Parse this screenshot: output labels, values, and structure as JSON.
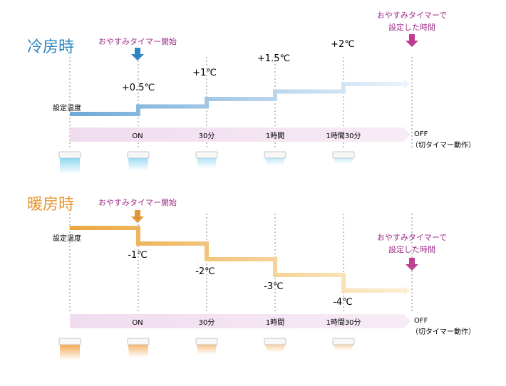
{
  "colors": {
    "cooling_title": "#2e86c1",
    "heating_title": "#e8962e",
    "annotation": "#a0308a",
    "timeline_band": "#f0dcef",
    "guide": "#8a8a8a",
    "cooling_step_start": "#6ea8d6",
    "cooling_step_end": "#eaf3fb",
    "heating_step_start": "#eca63f",
    "heating_step_end": "#fbf0d2",
    "cooling_airflow": "#8fd6f0",
    "heating_airflow": "#f2a956",
    "marker_cooling": "#2e86c1",
    "marker_heating": "#e8962e",
    "marker_end": "#c03a93"
  },
  "icons": {
    "start_marker": "down-arrow-icon",
    "end_marker": "down-arrow-icon",
    "air_conditioner": "air-conditioner-icon"
  },
  "cooling": {
    "title": "冷房時",
    "start_label": "おやすみタイマー開始",
    "end_label_line1": "おやすみタイマーで",
    "end_label_line2": "設定した時間",
    "base_label": "設定温度",
    "steps": [
      "+0.5℃",
      "+1℃",
      "+1.5℃",
      "+2℃"
    ],
    "step_offsets": [
      0,
      0.5,
      1,
      1.5,
      2
    ],
    "timeline": [
      "ON",
      "30分",
      "1時間",
      "1時間30分"
    ],
    "end_label": "OFF",
    "end_note": "（切タイマー動作）",
    "airflow_levels": [
      1.0,
      0.75,
      0.5,
      0.3,
      0.15
    ]
  },
  "heating": {
    "title": "暖房時",
    "start_label": "おやすみタイマー開始",
    "end_label_line1": "おやすみタイマーで",
    "end_label_line2": "設定した時間",
    "base_label": "設定温度",
    "steps": [
      "-1℃",
      "-2℃",
      "-3℃",
      "-4℃"
    ],
    "step_offsets": [
      0,
      -1,
      -2,
      -3,
      -4
    ],
    "timeline": [
      "ON",
      "30分",
      "1時間",
      "1時間30分"
    ],
    "end_label": "OFF",
    "end_note": "（切タイマー動作）",
    "airflow_levels": [
      1.0,
      0.75,
      0.5,
      0.3,
      0.15
    ]
  }
}
